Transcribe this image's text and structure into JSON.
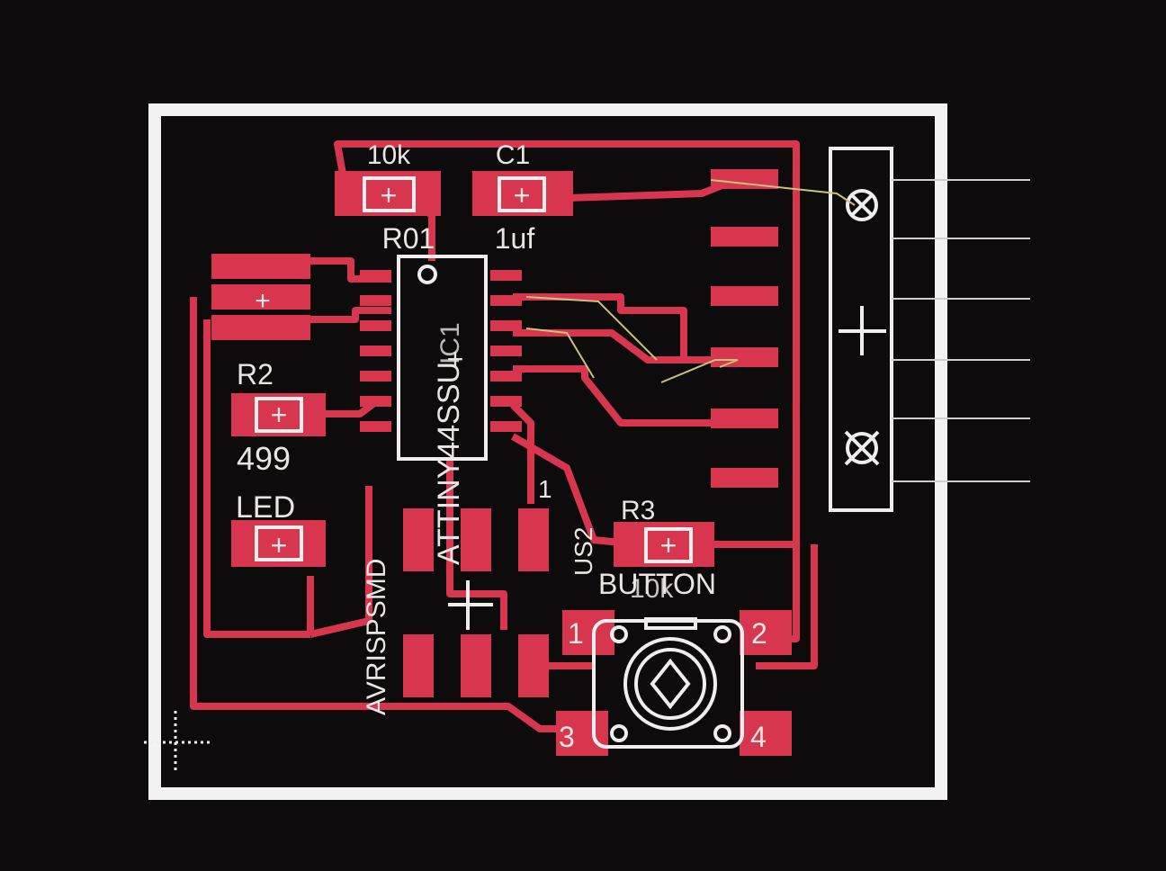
{
  "board": {
    "parts": {
      "r1_value": "10k",
      "r1_name": "R01",
      "c1_name": "C1",
      "c1_value": "1uf",
      "r2_name": "R2",
      "r2_value": "499",
      "led_name": "LED",
      "ic_name": "ATTINY44SSU",
      "ic_ref": "IC1",
      "isp_name": "AVRISPSMD",
      "u2_name": "US2",
      "r3_name": "R3",
      "r3_value": "10k",
      "button_name": "BUTTON"
    },
    "pins": {
      "btn_pin1": "1",
      "btn_pin2": "2",
      "btn_pin3": "3",
      "btn_pin4": "4",
      "u2_pin1": "1"
    },
    "pad_mark": "+"
  },
  "colors": {
    "copper": "#d8354f",
    "silk": "#eeeeee",
    "background": "#0d0b0c",
    "outline": "#f2f2f2",
    "airwire": "#c9c27a"
  }
}
